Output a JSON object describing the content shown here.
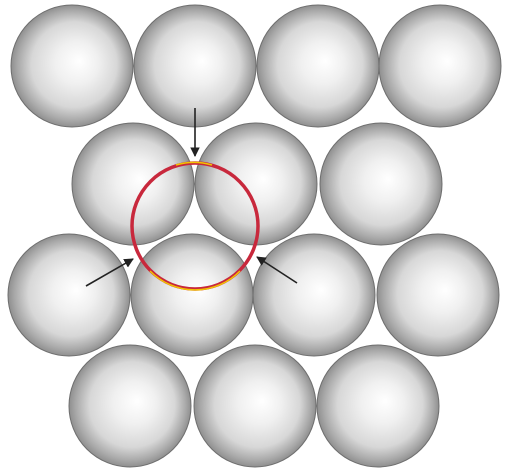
{
  "diagram": {
    "subject": "close-packed-spheres-interstitial-hole",
    "rows": [
      {
        "row": 1,
        "sphere_count": 4
      },
      {
        "row": 2,
        "sphere_count": 3
      },
      {
        "row": 3,
        "sphere_count": 4
      },
      {
        "row": 4,
        "sphere_count": 3
      }
    ],
    "highlight": {
      "shape": "circle",
      "ring_color": "#c8283c",
      "glint_color": "#f2c400"
    },
    "arrows": {
      "count": 3,
      "color": "#222222"
    },
    "sphere_colors": {
      "highlight": "#ffffff",
      "mid": "#d7d7d7",
      "shade": "#8f8f8f",
      "rim": "#6e6e6e"
    }
  }
}
